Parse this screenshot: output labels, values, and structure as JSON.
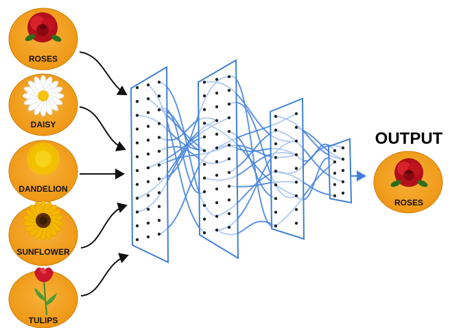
{
  "inputs": [
    {
      "label": "ROSES",
      "icon": "rose-icon"
    },
    {
      "label": "DAISY",
      "icon": "daisy-icon"
    },
    {
      "label": "DANDELION",
      "icon": "dandelion-icon"
    },
    {
      "label": "SUNFLOWER",
      "icon": "sunflower-icon"
    },
    {
      "label": "TULIPS",
      "icon": "tulip-icon"
    }
  ],
  "output": {
    "title": "OUTPUT",
    "label": "ROSES",
    "icon": "rose-icon"
  },
  "colors": {
    "circle_fill": "#f39c12",
    "circle_stroke": "#c87f0a",
    "network_line": "#3f7fd8",
    "arrow": "#111111"
  }
}
